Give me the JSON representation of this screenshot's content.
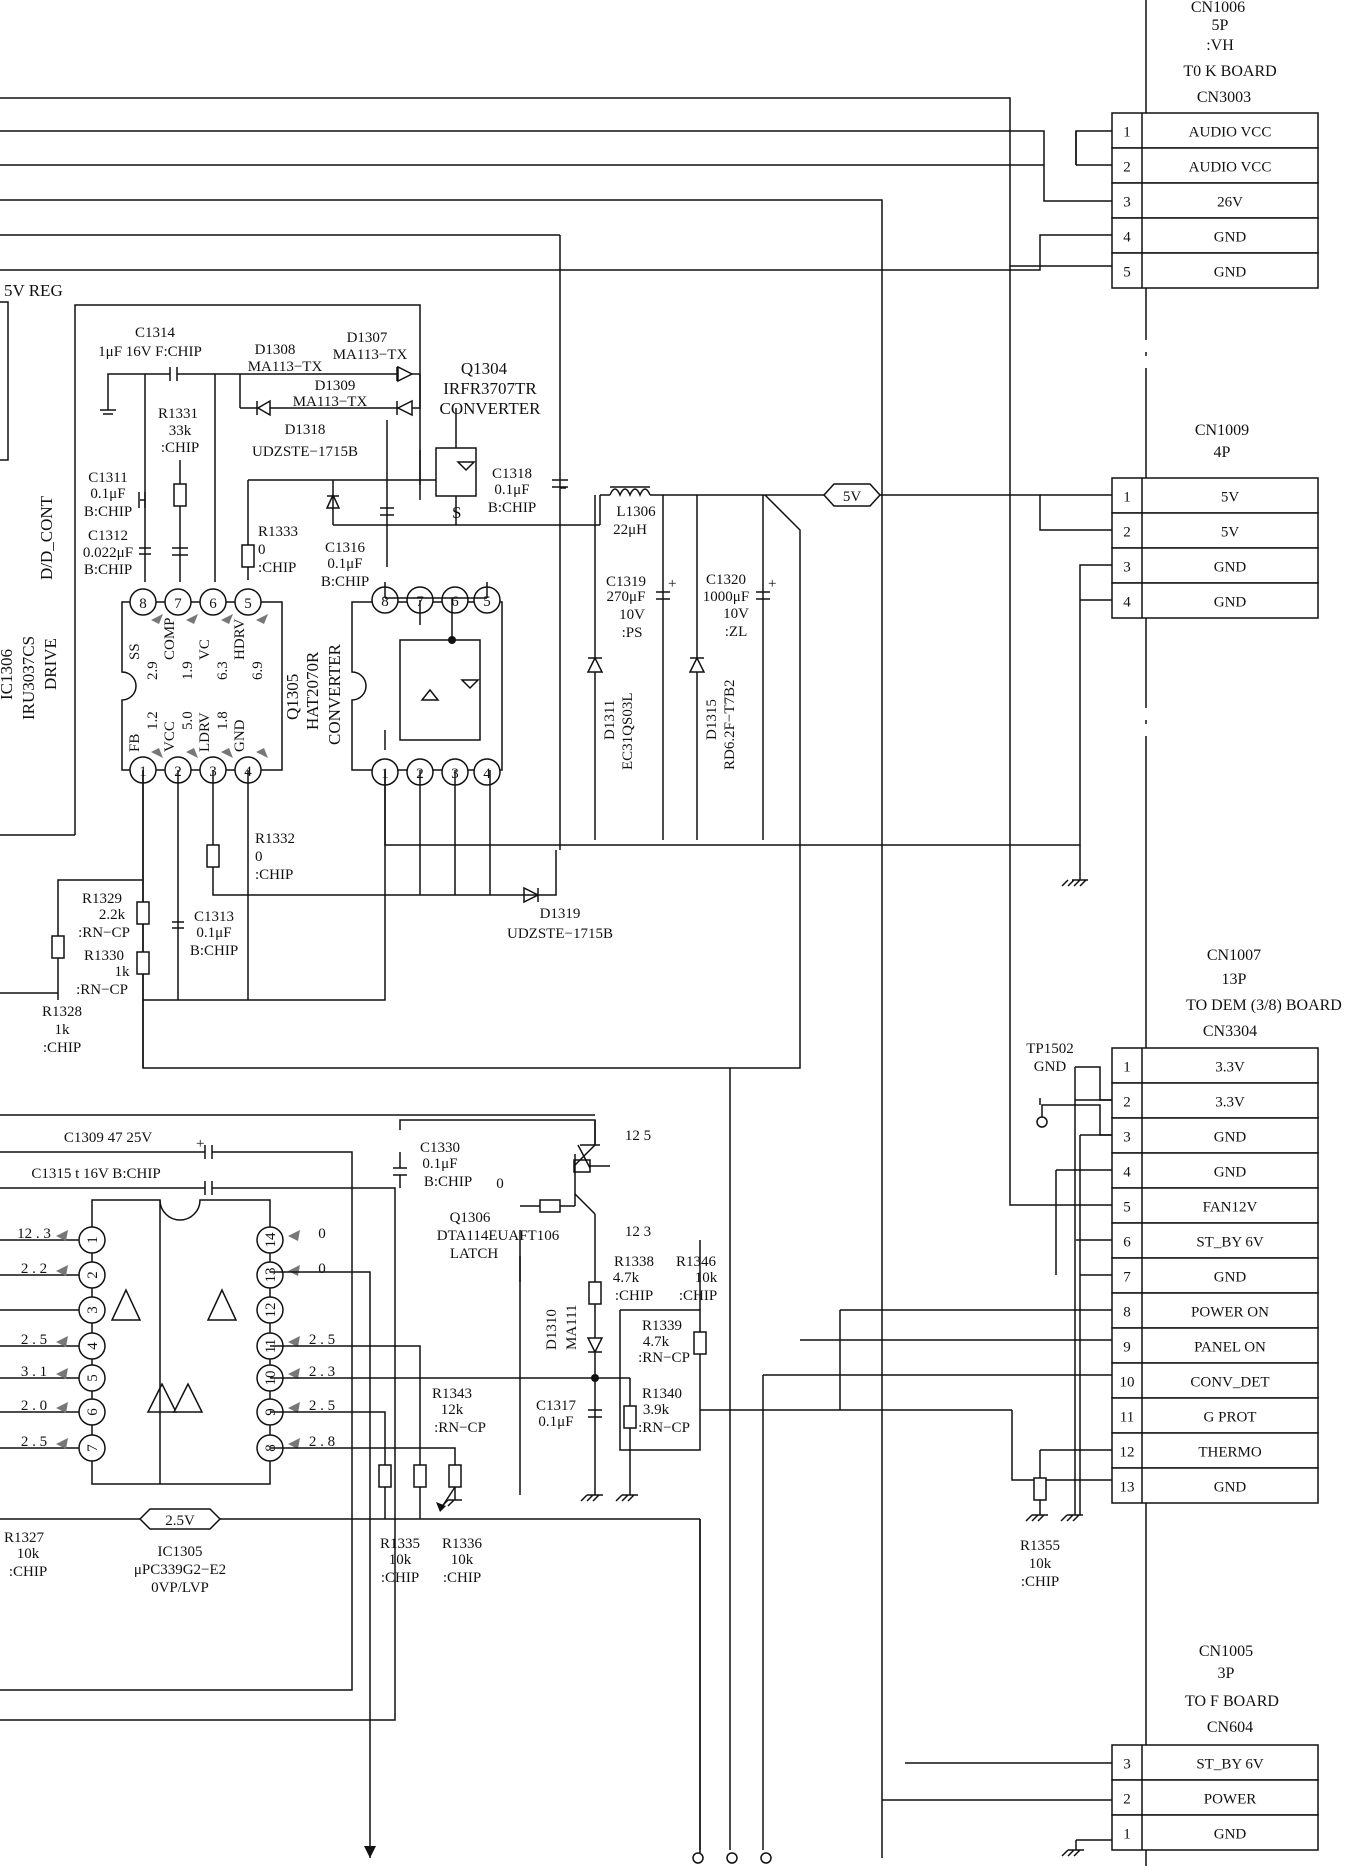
{
  "connectors": {
    "cn1006": {
      "header": [
        "CN1006",
        "5P",
        ":VH",
        "T0  K  BOARD",
        "CN3003"
      ],
      "pins": [
        {
          "num": "1",
          "name": "AUDIO VCC"
        },
        {
          "num": "2",
          "name": "AUDIO VCC"
        },
        {
          "num": "3",
          "name": "26V"
        },
        {
          "num": "4",
          "name": "GND"
        },
        {
          "num": "5",
          "name": "GND"
        }
      ]
    },
    "cn1009": {
      "header": [
        "CN1009",
        "4P"
      ],
      "pins": [
        {
          "num": "1",
          "name": "5V"
        },
        {
          "num": "2",
          "name": "5V"
        },
        {
          "num": "3",
          "name": "GND"
        },
        {
          "num": "4",
          "name": "GND"
        }
      ]
    },
    "cn1007": {
      "header": [
        "CN1007",
        "13P",
        "TO DEM (3/8) BOARD",
        "CN3304"
      ],
      "pins": [
        {
          "num": "1",
          "name": "3.3V"
        },
        {
          "num": "2",
          "name": "3.3V"
        },
        {
          "num": "3",
          "name": "GND"
        },
        {
          "num": "4",
          "name": "GND"
        },
        {
          "num": "5",
          "name": "FAN12V"
        },
        {
          "num": "6",
          "name": "ST_BY 6V"
        },
        {
          "num": "7",
          "name": "GND"
        },
        {
          "num": "8",
          "name": "POWER ON"
        },
        {
          "num": "9",
          "name": "PANEL ON"
        },
        {
          "num": "10",
          "name": "CONV_DET"
        },
        {
          "num": "11",
          "name": "G PROT"
        },
        {
          "num": "12",
          "name": "THERMO"
        },
        {
          "num": "13",
          "name": "GND"
        }
      ]
    },
    "cn1005": {
      "header": [
        "CN1005",
        "3P",
        "TO F BOARD",
        "CN604"
      ],
      "pins": [
        {
          "num": "3",
          "name": "ST_BY 6V"
        },
        {
          "num": "2",
          "name": "POWER"
        },
        {
          "num": "1",
          "name": "GND"
        }
      ]
    }
  },
  "labels": {
    "reg5v": "5V REG",
    "dd_cont": "D/D_CONT",
    "ic1306": [
      "IC1306",
      "IRU3037CS",
      "DRIVE"
    ],
    "q1305": [
      "Q1305",
      "HAT2070R",
      "CONVERTER"
    ],
    "q1304": [
      "Q1304",
      "IRFR3707TR",
      "CONVERTER"
    ],
    "q1304_s": "S",
    "c1314": [
      "C1314",
      "1μF 16V F:CHIP"
    ],
    "d1308": [
      "D1308",
      "MA113−TX"
    ],
    "d1307": [
      "D1307",
      "MA113−TX"
    ],
    "d1309": [
      "D1309",
      "MA113−TX"
    ],
    "d1318": [
      "D1318",
      "UDZSTE−1715B"
    ],
    "r1331": [
      "R1331",
      "33k",
      ":CHIP"
    ],
    "c1311": [
      "C1311",
      "0.1μF",
      "B:CHIP"
    ],
    "c1312": [
      "C1312",
      "0.022μF",
      "B:CHIP"
    ],
    "r1333": [
      "R1333",
      "0",
      ":CHIP"
    ],
    "c1316": [
      "C1316",
      "0.1μF",
      "B:CHIP"
    ],
    "c1318": [
      "C1318",
      "0.1μF",
      "B:CHIP"
    ],
    "l1306": [
      "L1306",
      "22μH"
    ],
    "c1319": [
      "C1319",
      "270μF",
      "10V",
      ":PS"
    ],
    "c1320": [
      "C1320",
      "1000μF",
      "10V",
      ":ZL"
    ],
    "d1311": [
      "D1311",
      "EC31QS03L"
    ],
    "d1315": [
      "D1315",
      "RD6.2F−T7B2"
    ],
    "v5": "5V",
    "ic1306_top_pins": [
      "SS",
      "COMP",
      "VC",
      "HDRV"
    ],
    "ic1306_top_vals": [
      "2.9",
      "1.9",
      "6.3",
      "6.9"
    ],
    "ic1306_bot_pins": [
      "FB",
      "VCC",
      "LDRV",
      "GND"
    ],
    "ic1306_bot_vals": [
      "1.2",
      "5.0",
      "1.8",
      ""
    ],
    "ic1306_top_nums": [
      "8",
      "7",
      "6",
      "5"
    ],
    "ic1306_bot_nums": [
      "1",
      "2",
      "3",
      "4"
    ],
    "q1305_top_nums": [
      "8",
      "7",
      "6",
      "5"
    ],
    "q1305_bot_nums": [
      "1",
      "2",
      "3",
      "4"
    ],
    "r1332": [
      "R1332",
      "0",
      ":CHIP"
    ],
    "d1319": [
      "D1319",
      "UDZSTE−1715B"
    ],
    "r1329": [
      "R1329",
      "2.2k",
      ":RN−CP"
    ],
    "r1330": [
      "R1330",
      "1k",
      ":RN−CP"
    ],
    "c1313": [
      "C1313",
      "0.1μF",
      "B:CHIP"
    ],
    "r1328": [
      "R1328",
      "1k",
      ":CHIP"
    ],
    "tp1502": [
      "TP1502",
      "GND"
    ],
    "c1309": "C1309  47  25V",
    "c1315": "C1315 t  16V  B:CHIP",
    "c1330": [
      "C1330",
      "0.1μF",
      "B:CHIP"
    ],
    "q1306": [
      "Q1306",
      "DTA114EUAFT106",
      "LATCH"
    ],
    "q1306_v": [
      "12  5",
      "0",
      "12  3"
    ],
    "r1338": [
      "R1338",
      "4.7k",
      ":CHIP"
    ],
    "r1346": [
      "R1346",
      "10k",
      ":CHIP"
    ],
    "d1310": [
      "D1310",
      "MA111"
    ],
    "r1339": [
      "R1339",
      "4.7k",
      ":RN−CP"
    ],
    "r1340": [
      "R1340",
      "3.9k",
      ":RN−CP"
    ],
    "c1317": [
      "C1317",
      "0.1μF"
    ],
    "r1343": [
      "R1343",
      "12k",
      ":RN−CP"
    ],
    "r1335": [
      "R1335",
      "10k",
      ":CHIP"
    ],
    "r1336": [
      "R1336",
      "10k",
      ":CHIP"
    ],
    "r1327": [
      "R1327",
      "10k",
      ":CHIP"
    ],
    "ic1305": [
      "IC1305",
      "μPC339G2−E2",
      "0VP/LVP"
    ],
    "v25": "2.5V",
    "r1355": [
      "R1355",
      "10k",
      ":CHIP"
    ],
    "ic1305_left_vals": [
      "12 . 3",
      "2 . 2",
      "",
      "2 . 5",
      "3 . 1",
      "2 . 0",
      "2 . 5"
    ],
    "ic1305_right_vals": [
      "0",
      "0",
      "",
      "2 . 5",
      "2 . 3",
      "2 . 5",
      "2 . 8"
    ],
    "ic1305_left_nums": [
      "1",
      "2",
      "3",
      "4",
      "5",
      "6",
      "7"
    ],
    "ic1305_right_nums": [
      "14",
      "13",
      "12",
      "11",
      "10",
      "9",
      "8"
    ]
  }
}
